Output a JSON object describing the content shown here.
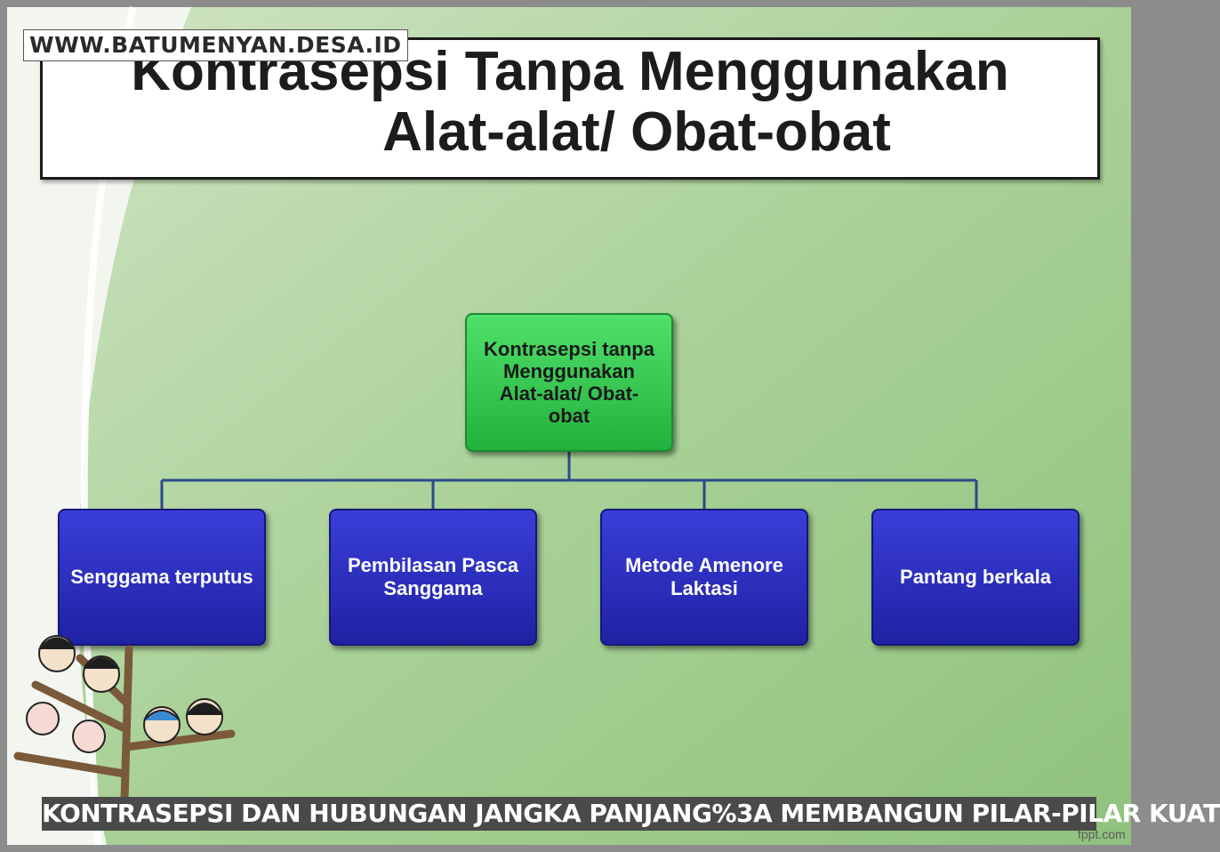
{
  "watermark": "WWW.BATUMENYAN.DESA.ID",
  "slide": {
    "title_line1": "Kontrasepsi Tanpa Menggunakan",
    "title_line2": "Alat-alat/ Obat-obat",
    "footer_brand": "fppt.com"
  },
  "diagram": {
    "root": {
      "label": "Kontrasepsi tanpa Menggunakan Alat-alat/ Obat-obat"
    },
    "children": [
      {
        "label": "Senggama terputus"
      },
      {
        "label": "Pembilasan Pasca Sanggama"
      },
      {
        "label": "Metode Amenore Laktasi"
      },
      {
        "label": "Pantang berkala"
      }
    ]
  },
  "caption": "KONTRASEPSI DAN HUBUNGAN JANGKA PANJANG%3A MEMBANGUN PILAR-PILAR KUAT",
  "colors": {
    "background_green": "#9fcb8e",
    "root_fill": "#2fc24a",
    "child_fill": "#2629b8",
    "connector": "#2a4a8a"
  },
  "icons": [
    "tree-with-family-faces-icon"
  ]
}
